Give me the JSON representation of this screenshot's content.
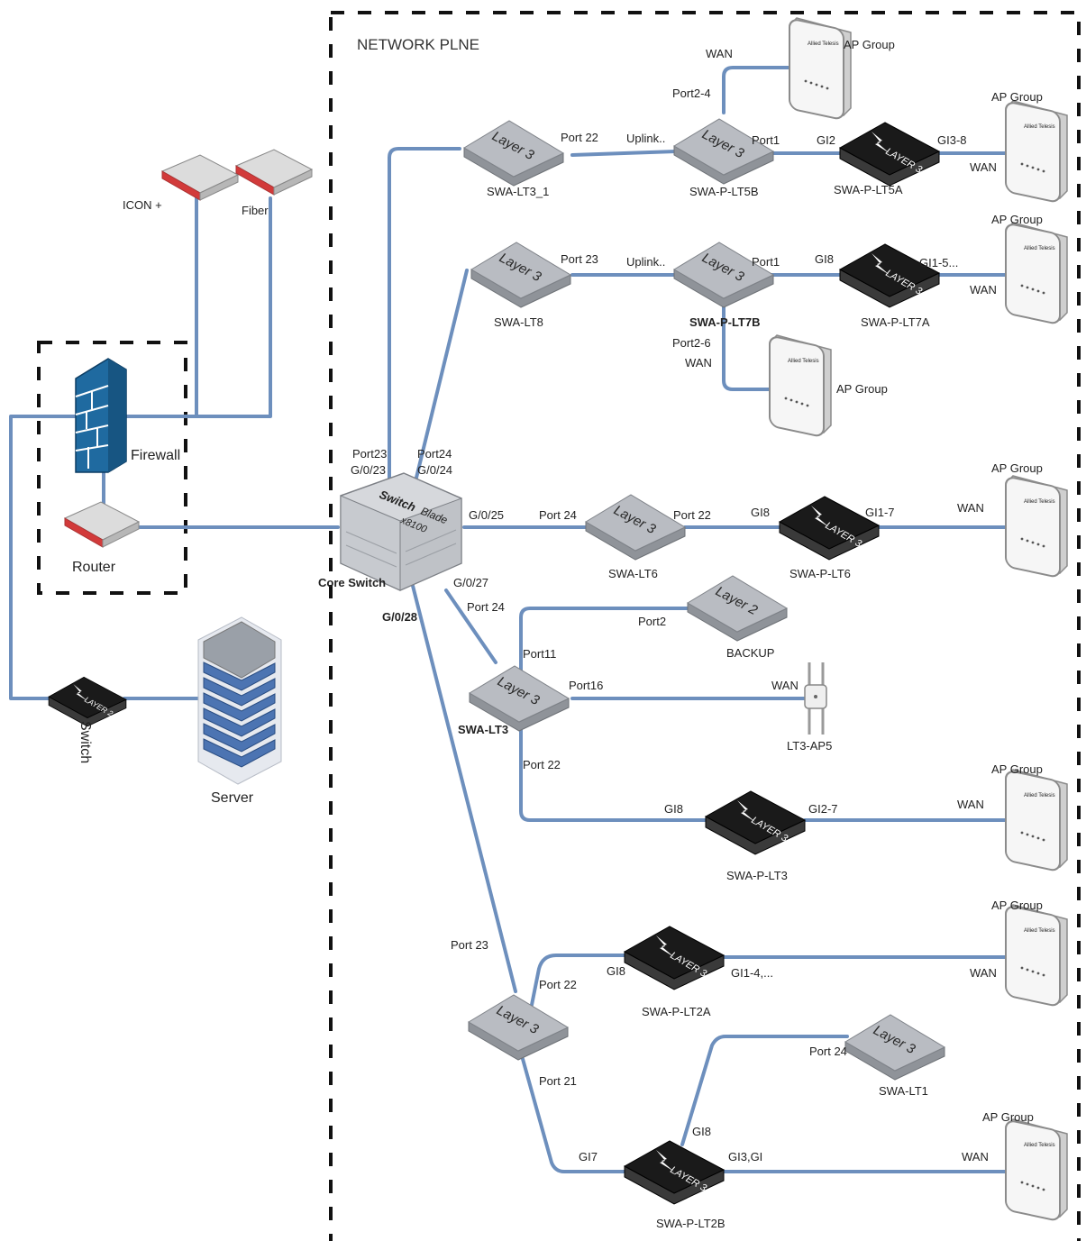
{
  "title": "NETWORK PLNE",
  "colors": {
    "link": "#6d8fbd",
    "firewall": "#1f6aa0",
    "layer3_switch": "#b9bcc2",
    "poe_switch": "#1a1a1a",
    "edge_device_accent": "#d23a3a"
  },
  "devices": {
    "firewall": "Firewall",
    "router": "Router",
    "icon_plus": "ICON +",
    "fiber": "Fiber",
    "switch": "Switch",
    "server": "Server",
    "core_switch": "Core Switch",
    "core_brand": "Switch",
    "core_brand2": "Blade",
    "core_model": "x8100",
    "swa_lt3_1": "SWA-LT3_1",
    "swa_p_lt5b": "SWA-P-LT5B",
    "swa_p_lt5a": "SWA-P-LT5A",
    "swa_lt8": "SWA-LT8",
    "swa_p_lt7b": "SWA-P-LT7B",
    "swa_p_lt7a": "SWA-P-LT7A",
    "swa_lt6": "SWA-LT6",
    "swa_p_lt6": "SWA-P-LT6",
    "backup": "BACKUP",
    "swa_lt3": "SWA-LT3",
    "lt3_ap5": "LT3-AP5",
    "swa_p_lt3": "SWA-P-LT3",
    "swa_p_lt2a": "SWA-P-LT2A",
    "swa_lt1": "SWA-LT1",
    "swa_p_lt2b": "SWA-P-LT2B"
  },
  "badges": {
    "layer3": "Layer 3",
    "layer2": "Layer 2",
    "poe3": "LAYER 3",
    "poe2": "LAYER 2"
  },
  "ap_group": "AP Group",
  "wan": "WAN",
  "ports": {
    "port22": "Port 22",
    "uplink": "Uplink..",
    "port1": "Port1",
    "gi2": "GI2",
    "gi3_8": "GI3-8",
    "port2_4": "Port2-4",
    "port23": "Port 23",
    "gi8": "GI8",
    "gi1_5": "GI1-5...",
    "port2_6": "Port2-6",
    "core_port23": "Port23",
    "core_g023": "G/0/23",
    "core_port24": "Port24",
    "core_g024": "G/0/24",
    "g025": "G/0/25",
    "port24": "Port 24",
    "gi1_7": "GI1-7",
    "g027": "G/0/27",
    "g028": "G/0/28",
    "port2": "Port2",
    "port11": "Port11",
    "port16": "Port16",
    "gi2_7": "GI2-7",
    "gi1_4": "GI1-4,...",
    "port21": "Port 21",
    "gi7": "GI7",
    "gi3_gi": "GI3,GI"
  }
}
